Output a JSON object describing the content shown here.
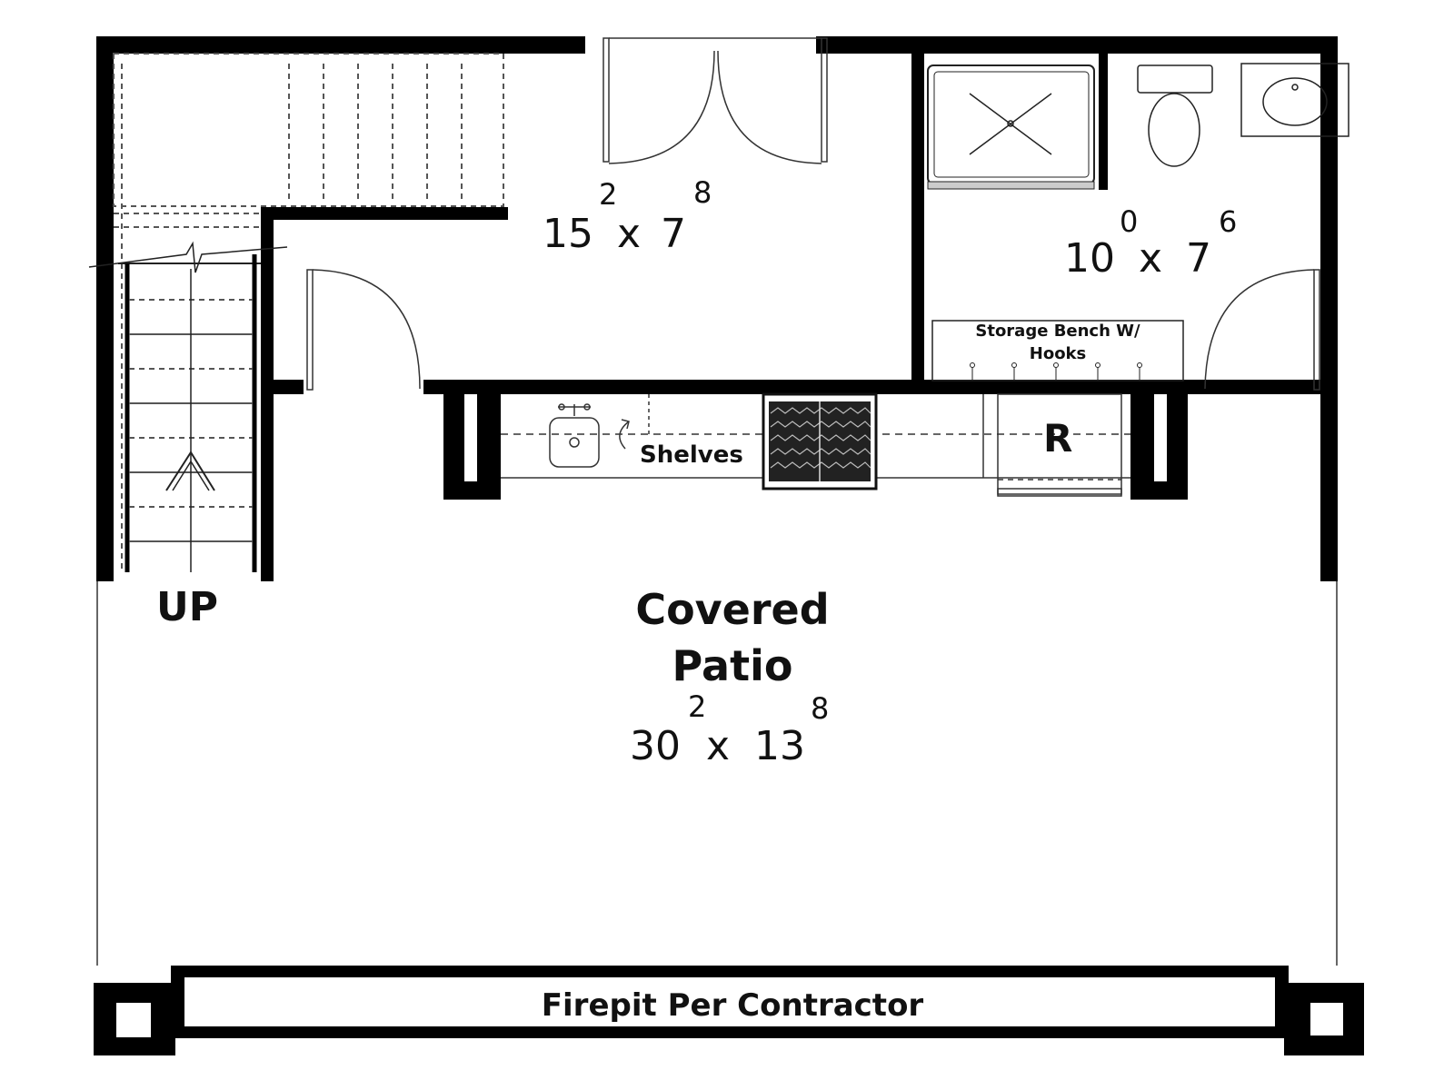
{
  "rooms": {
    "room1": {
      "dim_a": "15",
      "sup_a": "2",
      "dim_x": "x",
      "dim_b": "7",
      "sup_b": "8"
    },
    "room2": {
      "dim_a": "10",
      "sup_a": "0",
      "dim_x": "x",
      "dim_b": "7",
      "sup_b": "6"
    },
    "patio": {
      "name_line1": "Covered",
      "name_line2": "Patio",
      "dim_a": "30",
      "sup_a": "2",
      "dim_x": "x",
      "dim_b": "13",
      "sup_b": "8"
    }
  },
  "labels": {
    "storage_line1": "Storage Bench W/",
    "storage_line2": "Hooks",
    "shelves": "Shelves",
    "refrigerator": "R",
    "stairs": "UP",
    "firepit": "Firepit Per Contractor"
  },
  "colors": {
    "wall": "#000000",
    "line": "#333333",
    "background": "#ffffff"
  }
}
